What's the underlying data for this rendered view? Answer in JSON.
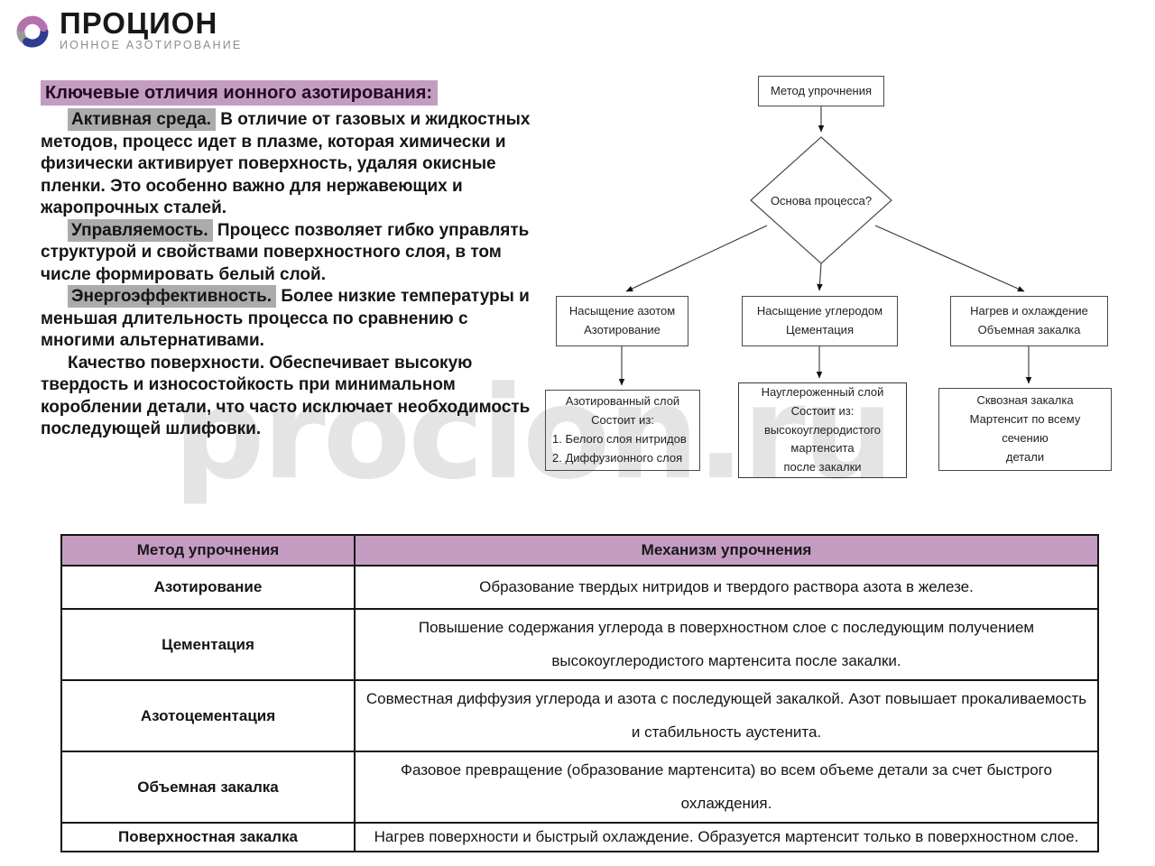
{
  "logo": {
    "brand": "ПРОЦИОН",
    "tagline": "ИОННОЕ АЗОТИРОВАНИЕ"
  },
  "watermark": "procion.ru",
  "intro": {
    "heading": "Ключевые отличия ионного азотирования:",
    "paragraphs": [
      {
        "lead": "Активная среда.",
        "lead_highlighted": true,
        "text": "В отличие от газовых и жидкостных методов, процесс идет в плазме, которая химически и физически активирует поверхность, удаляя окисные пленки. Это особенно важно для нержавеющих и жаропрочных сталей."
      },
      {
        "lead": "Управляемость.",
        "lead_highlighted": true,
        "text": "Процесс позволяет гибко управлять структурой и свойствами поверхностного слоя, в том числе формировать белый слой."
      },
      {
        "lead": "Энергоэффективность.",
        "lead_highlighted": true,
        "text": "Более низкие температуры и меньшая длительность процесса по сравнению с многими альтернативами."
      },
      {
        "lead": "Качество поверхности.",
        "lead_highlighted": false,
        "text": "Обеспечивает высокую твердость и износостойкость при минимальном короблении детали, что часто исключает необходимость последующей шлифовки."
      }
    ]
  },
  "flowchart": {
    "root": "Метод упрочнения",
    "decision": "Основа процесса?",
    "branches": [
      {
        "process": [
          "Насыщение азотом",
          "Азотирование"
        ],
        "result": [
          "Азотированный слой",
          "Состоит из:",
          "1. Белого слоя нитридов",
          "2. Диффузионного слоя"
        ]
      },
      {
        "process": [
          "Насыщение углеродом",
          "Цементация"
        ],
        "result": [
          "Науглероженный слой",
          "Состоит из:",
          "высокоуглеродистого",
          "мартенсита",
          "после закалки"
        ]
      },
      {
        "process": [
          "Нагрев и охлаждение",
          "Объемная закалка"
        ],
        "result": [
          "Сквозная закалка",
          "Мартенсит по всему",
          "сечению",
          "детали"
        ]
      }
    ]
  },
  "table": {
    "headers": [
      "Метод упрочнения",
      "Механизм упрочнения"
    ],
    "rows": [
      [
        "Азотирование",
        "Образование твердых нитридов и твердого раствора азота в железе."
      ],
      [
        "Цементация",
        "Повышение содержания углерода в поверхностном слое с последующим получением высокоуглеродистого мартенсита после закалки."
      ],
      [
        "Азотоцементация",
        "Совместная диффузия углерода и азота с последующей закалкой. Азот повышает прокаливаемость и стабильность аустенита."
      ],
      [
        "Объемная закалка",
        "Фазовое превращение (образование мартенсита) во всем объеме детали за счет быстрого охлаждения."
      ],
      [
        "Поверхностная закалка",
        "Нагрев поверхности и быстрый охлаждение. Образуется мартенсит только в поверхностном слое."
      ]
    ]
  },
  "colors": {
    "pink_highlight": "#c49cc2",
    "gray_highlight": "#ababab",
    "text": "#151515",
    "watermark_gray": "#e4e4e4",
    "logo_purple": "#b571ae",
    "logo_blue": "#2e3d8f",
    "logo_gray": "#9b9b9b"
  }
}
